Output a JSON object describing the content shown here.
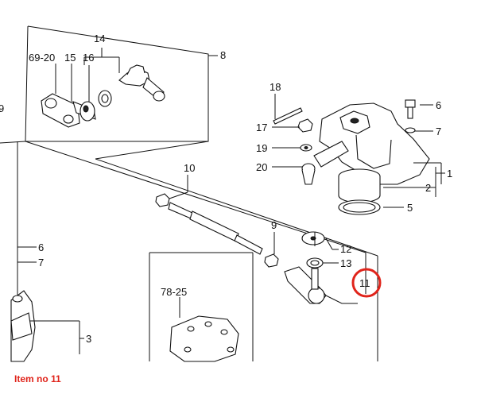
{
  "labels": {
    "l_69_20": "69-20",
    "l_15": "15",
    "l_16": "16",
    "l_14": "14",
    "l_8": "8",
    "l_9_left": "9",
    "l_18": "18",
    "l_17": "17",
    "l_19": "19",
    "l_20": "20",
    "l_6_right": "6",
    "l_7_right": "7",
    "l_1": "1",
    "l_2": "2",
    "l_5": "5",
    "l_10": "10",
    "l_9": "9",
    "l_12": "12",
    "l_13": "13",
    "l_11": "11",
    "l_6_left": "6",
    "l_7_left": "7",
    "l_78_25": "78-25",
    "l_3": "3"
  },
  "caption": "Item no 11",
  "colors": {
    "highlight": "#e0241b",
    "ink": "#111111"
  }
}
